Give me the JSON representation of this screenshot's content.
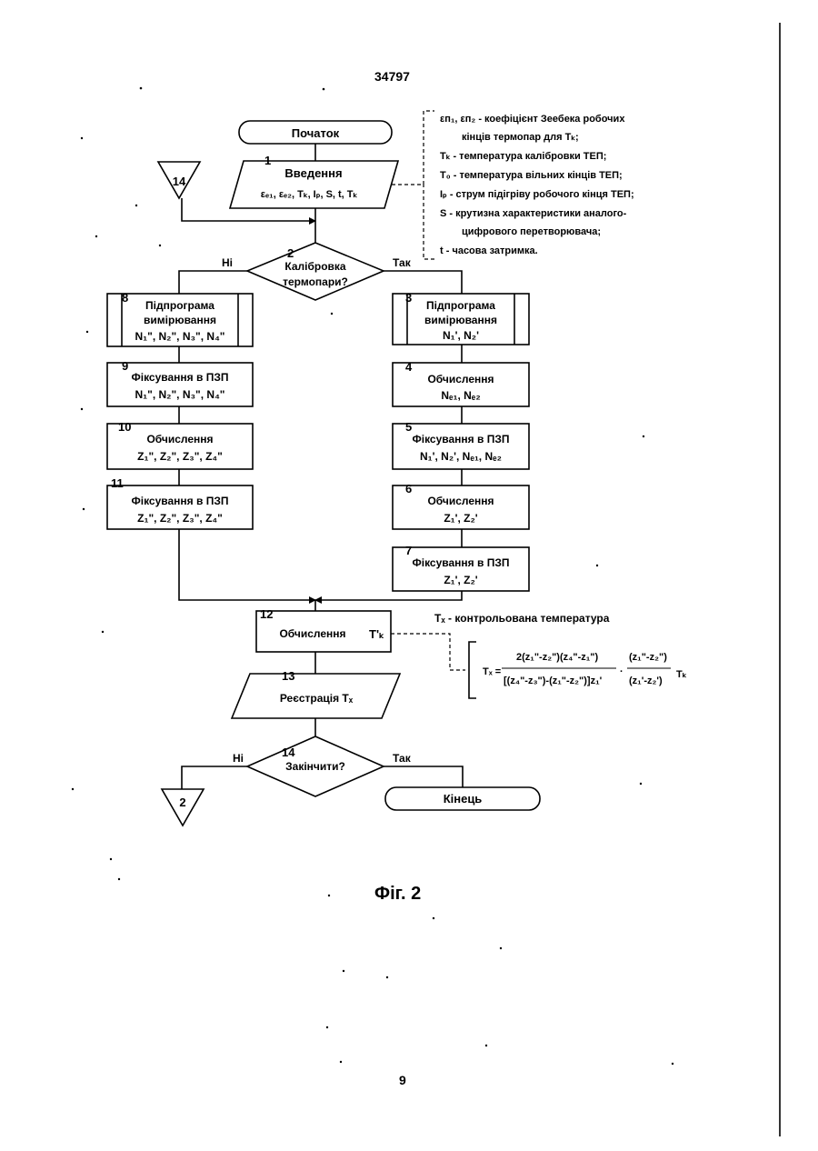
{
  "page": {
    "doc_number": "34797",
    "figure_caption": "Фіг. 2",
    "page_number": "9"
  },
  "flowchart": {
    "start_label": "Початок",
    "input": {
      "num": "1",
      "title": "Введення",
      "params": "εₑ₁, εₑ₂, Tₖ, Iₚ, S, t, Tₖ"
    },
    "decision_calibration": {
      "num": "2",
      "line1": "Калібровка",
      "line2": "термопари?",
      "no": "Ні",
      "yes": "Так"
    },
    "connector_in": "14",
    "right_branch": [
      {
        "num": "3",
        "line1": "Підпрограма",
        "line2": "вимірювання",
        "line3": "N₁', N₂'"
      },
      {
        "num": "4",
        "line1": "Обчислення",
        "line2": "Nₑ₁, Nₑ₂"
      },
      {
        "num": "5",
        "line1": "Фіксування в ПЗП",
        "line2": "N₁', N₂', Nₑ₁, Nₑ₂"
      },
      {
        "num": "6",
        "line1": "Обчислення",
        "line2": "Z₁', Z₂'"
      },
      {
        "num": "7",
        "line1": "Фіксування в ПЗП",
        "line2": "Z₁', Z₂'"
      }
    ],
    "left_branch": [
      {
        "num": "8",
        "line1": "Підпрограма",
        "line2": "вимірювання",
        "line3": "N₁\", N₂\", N₃\", N₄\""
      },
      {
        "num": "9",
        "line1": "Фіксування в ПЗП",
        "line2": "N₁\", N₂\", N₃\", N₄\""
      },
      {
        "num": "10",
        "line1": "Обчислення",
        "line2": "Z₁\", Z₂\", Z₃\", Z₄\""
      },
      {
        "num": "11",
        "line1": "Фіксування в ПЗП",
        "line2": "Z₁\", Z₂\", Z₃\", Z₄\""
      }
    ],
    "compute_tx": {
      "num": "12",
      "label": "Обчислення",
      "symbol": "T'ₖ"
    },
    "register": {
      "num": "13",
      "label": "Реєстрація Tₓ"
    },
    "decision_finish": {
      "num": "14",
      "label": "Закінчити?",
      "no": "Ні",
      "yes": "Так"
    },
    "connector_out": "2",
    "end_label": "Кінець"
  },
  "legend": {
    "items": [
      "εп₁, εп₂ - коефіцієнт Зеебека робочих",
      "кінців термопар для Tₖ;",
      "Tₖ - температура калібровки ТЕП;",
      "T₀ - температура вільних кінців ТЕП;",
      "Iₚ - струм підігріву робочого кінця ТЕП;",
      "S - крутизна характеристики аналого-",
      "цифрового перетворювача;",
      "t - часова затримка."
    ],
    "tx_note": "Tₓ - контрольована температура",
    "formula_lhs": "Tₓ =",
    "formula_num1": "2(z₁\"-z₂\")(z₄\"-z₁\")",
    "formula_den1": "[(z₄\"-z₃\")-(z₁\"-z₂\")]z₁'",
    "formula_num2": "(z₁\"-z₂\")",
    "formula_den2": "(z₁'-z₂')",
    "formula_tail": "Tₖ"
  }
}
